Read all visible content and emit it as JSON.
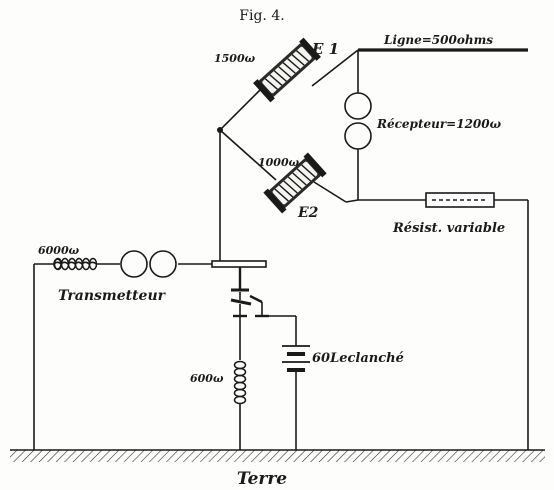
{
  "figure": {
    "title": "Fig. 4."
  },
  "labels": {
    "ligne": "Ligne=500ohms",
    "e1": "E 1",
    "coil1_resistance": "1500ω",
    "recepteur": "Récepteur=1200ω",
    "coil2_resistance": "1000ω",
    "e2": "E2",
    "resistance_variable": "Résist. variable",
    "coil3_resistance": "6000ω",
    "transmetteur": "Transmetteur",
    "coil4_resistance": "600ω",
    "battery": "60Leclanché",
    "terre": "Terre"
  }
}
